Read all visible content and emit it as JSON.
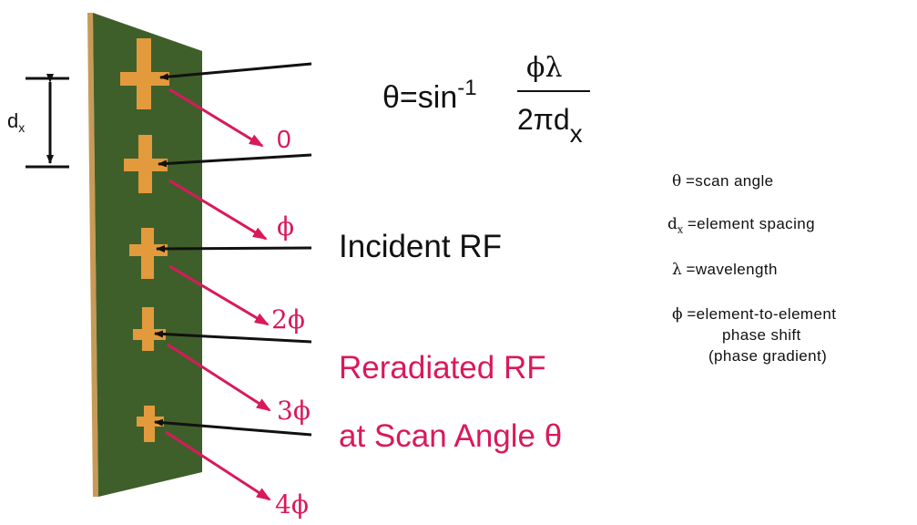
{
  "formula": {
    "lhs": "θ=sin",
    "exponent": "-1",
    "numerator": "ϕλ",
    "denominator": "2πd",
    "subscript": "x"
  },
  "spacing_label": {
    "main": "d",
    "sub": "x"
  },
  "phase_labels": [
    "0",
    "ϕ",
    "2ϕ",
    "3ϕ",
    "4ϕ"
  ],
  "incident_label": "Incident RF",
  "reradiated_label": {
    "line1": "Reradiated RF",
    "line2": "at Scan Angle θ"
  },
  "legend": {
    "theta": {
      "symbol": "θ",
      "text": "=scan angle"
    },
    "dx": {
      "symbol": "d",
      "sub": "x",
      "text": "=element spacing"
    },
    "lambda": {
      "symbol": "λ",
      "text": "=wavelength"
    },
    "phi": {
      "symbol": "ϕ",
      "text": "=element-to-element",
      "line2": "phase shift",
      "line3": "(phase gradient)"
    }
  },
  "colors": {
    "panel": "#3f5f2a",
    "panel_edge": "#c89a58",
    "element": "#e39a3c",
    "reradiated": "#d9195b",
    "incident": "#111111"
  }
}
